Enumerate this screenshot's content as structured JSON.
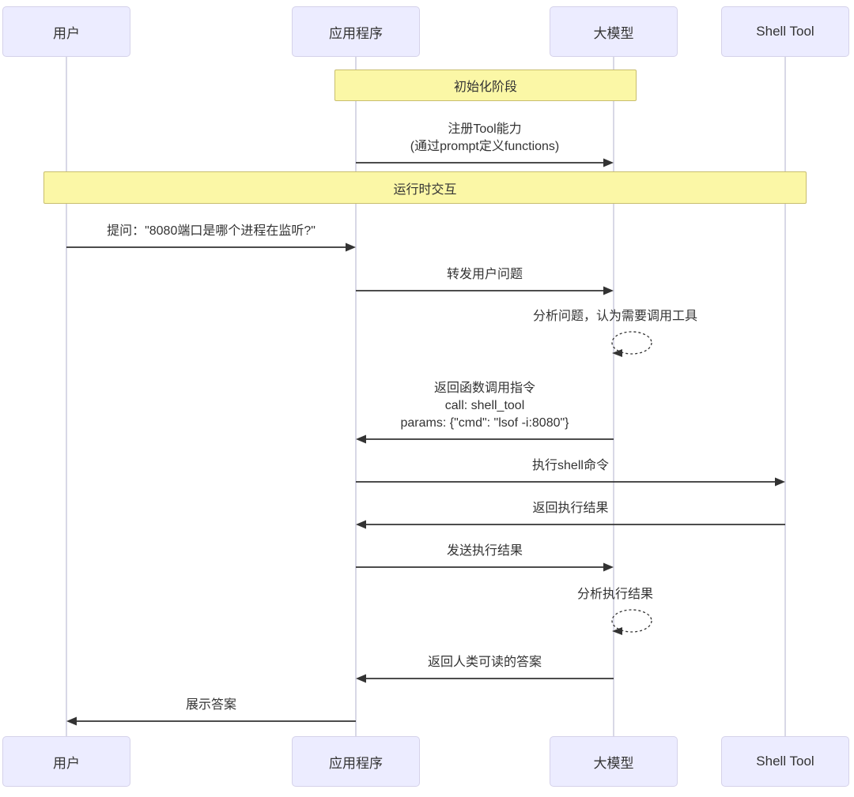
{
  "diagram": {
    "type": "sequence-diagram",
    "participants": [
      {
        "id": "user",
        "label": "用户"
      },
      {
        "id": "app",
        "label": "应用程序"
      },
      {
        "id": "llm",
        "label": "大模型"
      },
      {
        "id": "shell",
        "label": "Shell Tool"
      }
    ],
    "events": [
      {
        "type": "phase",
        "id": "init",
        "label": "初始化阶段"
      },
      {
        "type": "message",
        "from": "app",
        "to": "llm",
        "lines": [
          "注册Tool能力",
          "(通过prompt定义functions)"
        ]
      },
      {
        "type": "phase",
        "id": "runtime",
        "label": "运行时交互"
      },
      {
        "type": "message",
        "from": "user",
        "to": "app",
        "lines": [
          "提问：\"8080端口是哪个进程在监听?\""
        ]
      },
      {
        "type": "message",
        "from": "app",
        "to": "llm",
        "lines": [
          "转发用户问题"
        ]
      },
      {
        "type": "self",
        "on": "llm",
        "lines": [
          "分析问题，认为需要调用工具"
        ]
      },
      {
        "type": "message",
        "from": "llm",
        "to": "app",
        "lines": [
          "返回函数调用指令",
          "call: shell_tool",
          "params: {\"cmd\": \"lsof -i:8080\"}"
        ]
      },
      {
        "type": "message",
        "from": "app",
        "to": "shell",
        "lines": [
          "执行shell命令"
        ]
      },
      {
        "type": "message",
        "from": "shell",
        "to": "app",
        "lines": [
          "返回执行结果"
        ]
      },
      {
        "type": "message",
        "from": "app",
        "to": "llm",
        "lines": [
          "发送执行结果"
        ]
      },
      {
        "type": "self",
        "on": "llm",
        "lines": [
          "分析执行结果"
        ]
      },
      {
        "type": "message",
        "from": "llm",
        "to": "app",
        "lines": [
          "返回人类可读的答案"
        ]
      },
      {
        "type": "message",
        "from": "app",
        "to": "user",
        "lines": [
          "展示答案"
        ]
      }
    ],
    "colors": {
      "participant_fill": "#ECECFF",
      "participant_border": "#D5D2EA",
      "phase_fill": "#FBF7A6",
      "phase_border": "#C8BE6E",
      "arrow": "#333333",
      "lifeline": "#CCCCDE",
      "text": "#333333"
    }
  }
}
